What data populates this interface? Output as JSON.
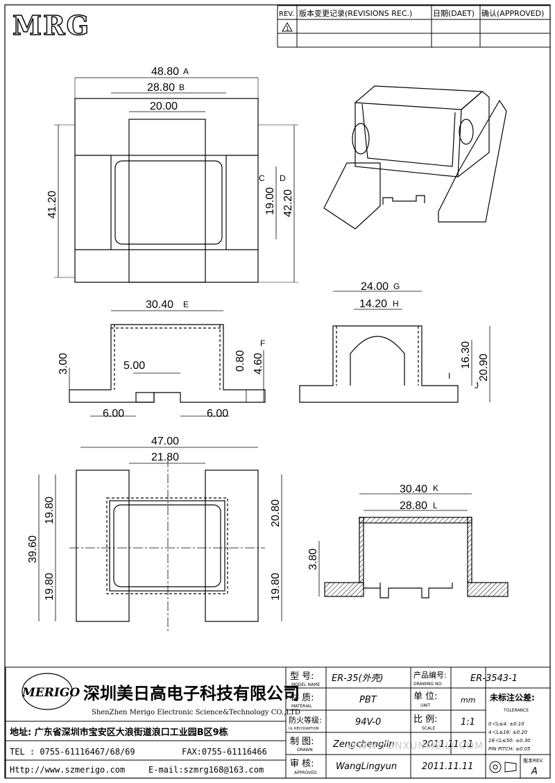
{
  "logo_top": "MRG",
  "revision_table": {
    "rev": "REV.",
    "record": "版本变更记录(REVISIONS REC.)",
    "date": "日期(DAET)",
    "approved": "确认(APPROVED)"
  },
  "dims": {
    "top": {
      "w_outer": "48.80",
      "w_outer_ref": "A",
      "w_mid": "28.80",
      "w_mid_ref": "B",
      "w_inner": "20.00",
      "h_left": "41.20",
      "h_c_ref": "C",
      "h_d_ref": "D",
      "h_inner": "19.00",
      "h_right": "42.20"
    },
    "front": {
      "w": "30.40",
      "w_ref": "E",
      "h_left": "3.00",
      "gap": "5.00",
      "h_small": "0.80",
      "h_tall": "4.60",
      "h_ref": "F",
      "foot_l": "6.00",
      "foot_r": "6.00"
    },
    "side": {
      "w_outer": "24.00",
      "w_outer_ref": "G",
      "w_inner": "14.20",
      "w_inner_ref": "H",
      "h_i": "16.30",
      "h_i_ref": "I",
      "h_j": "20.90",
      "h_j_ref": "J"
    },
    "bottom": {
      "w_outer": "47.00",
      "w_inner": "21.80",
      "h_total": "39.60",
      "h_up": "19.80",
      "h_down": "19.80",
      "h_r_up": "20.80",
      "h_r_down": "19.80"
    },
    "section": {
      "w_outer": "30.40",
      "w_outer_ref": "K",
      "w_inner": "28.80",
      "w_inner_ref": "L",
      "h": "3.80"
    }
  },
  "title_block": {
    "brand": "MERIGO",
    "company_cn": "深圳美日高电子科技有限公司",
    "company_en": "ShenZhen Merigo Electronic Science&Technology CO.,LTD",
    "address": "地址: 广东省深圳市宝安区大浪街道浪口工业园B区9栋",
    "tel": "TEL : 0755-61116467/68/69",
    "fax": "FAX:0755-61116466",
    "web": "Http://www.szmerigo.com",
    "email": "E-mail:szmrg168@163.com",
    "model_label": "型 号:",
    "model_sub": "MODEL NAME",
    "model_value": "ER-35(外壳)",
    "drawing_label": "产品编号:",
    "drawing_sub": "DRAWING NO.",
    "drawing_value": "ER-3543-1",
    "material_label": "材 质:",
    "material_sub": "MATERIAL",
    "material_value": "PBT",
    "unit_label": "单 位:",
    "unit_sub": "UNIT",
    "unit_value": "mm",
    "flame_label": "防火等级:",
    "flame_sub": "UL RECOGNITION",
    "flame_value": "94V-0",
    "scale_label": "比 例:",
    "scale_sub": "SCALE",
    "scale_value": "1:1",
    "drawn_label": "制 图:",
    "drawn_sub": "DRAWN",
    "drawn_value": "Zengchenglin",
    "drawn_date": "2011.11.11",
    "approved_label": "审 核:",
    "approved_sub": "APPROVED",
    "approved_value": "WangLingyun",
    "approved_date": "2011.11.11",
    "tolerance_title": "未标注公差:",
    "tolerance_sub": "TOLERANCE",
    "tol_rows": [
      "0＜L≤4:   ±0.10",
      "4＜L≤16:  ±0.20",
      "16＜L≤50: ±0.30",
      "PIN PITCH: ±0.05"
    ],
    "rev_label": "版本REV.",
    "rev_value": "A"
  },
  "watermark": "WWW.YUNXUNMEILI.COM"
}
